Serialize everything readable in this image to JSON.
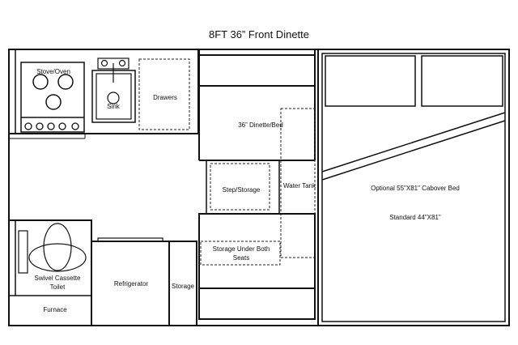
{
  "title": "8FT 36” Front Dinette",
  "labels": {
    "stove_oven": "Stove/Oven",
    "sink": "Sink",
    "drawers": "Drawers",
    "dinette_bed": "36” Dinette/Bed",
    "step_storage": "Step/Storage",
    "water_tank": "Water Tank",
    "cabover_bed": "Optional 55\"X81\" Cabover Bed",
    "standard_bed": "Standard 44\"X81\"",
    "storage_under_seats_1": "Storage Under Both",
    "storage_under_seats_2": "Seats",
    "toilet_1": "Swivel Cassette",
    "toilet_2": "Toilet",
    "furnace": "Furnace",
    "refrigerator": "Refrigerator",
    "storage": "Storage"
  }
}
